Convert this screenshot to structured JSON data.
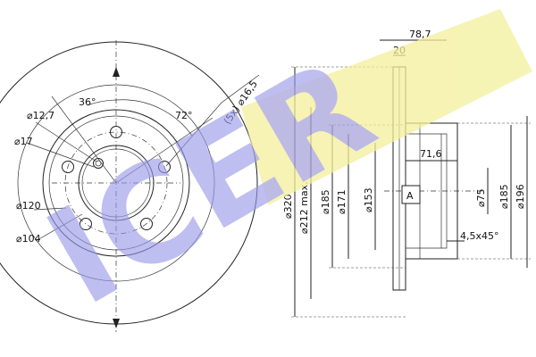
{
  "brand": {
    "watermark": "ICER",
    "colors": {
      "violet": "#9b99e8",
      "yellow": "#f3f09c"
    }
  },
  "front_view": {
    "angle_1": "36°",
    "angle_2": "72°",
    "stud_callout": "(5x) ⌀16,5",
    "hole_1": "⌀12,7",
    "hole_2": "⌀17",
    "pcd": "⌀120",
    "center_bore": "⌀104"
  },
  "section_view": {
    "total_height": "78,7",
    "disc_thickness": "20",
    "hat_depth": "71,6",
    "chamfer": "4,5x45°",
    "section_label": "A",
    "outer_diameter": "⌀320",
    "friction_ring_max": "⌀212 max.",
    "d185_left": "⌀185",
    "d171": "⌀171",
    "d153": "⌀153",
    "d75": "⌀75",
    "d185_right": "⌀185",
    "d196": "⌀196"
  }
}
